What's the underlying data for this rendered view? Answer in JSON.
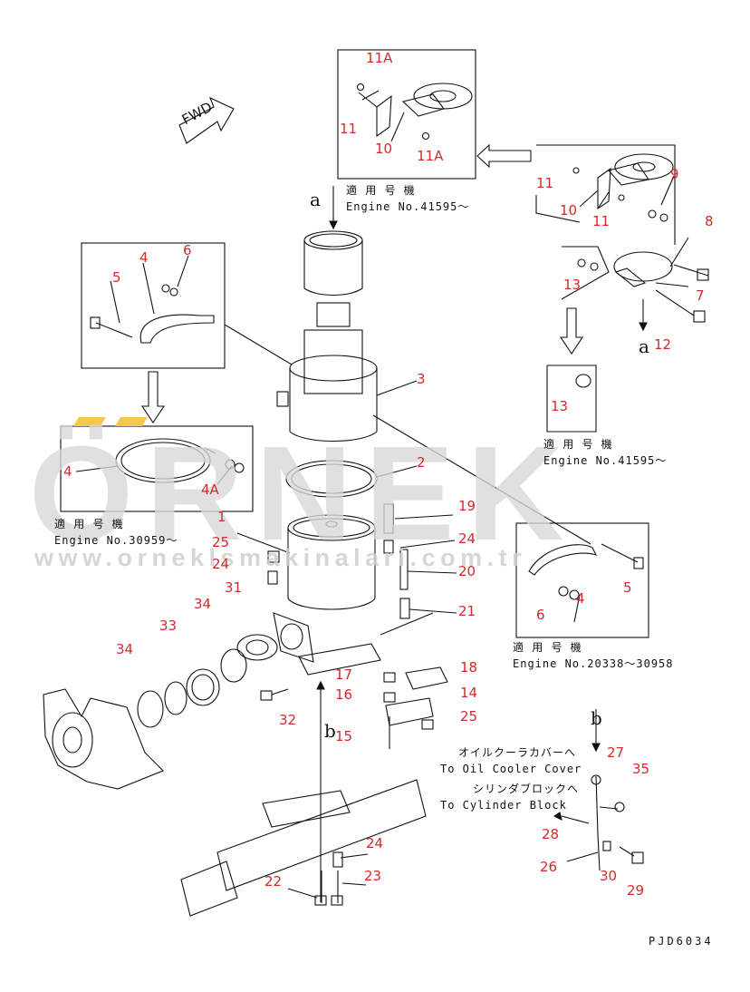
{
  "watermark": {
    "brand": "ÖRNEK",
    "url": "www.orneklsmakinalari.com.tr"
  },
  "direction_label": "FWD",
  "view_marks": {
    "a_top": "a",
    "a_bottom": "a",
    "b_top": "b",
    "b_bottom": "b"
  },
  "notes": {
    "top_jp": "適 用 号 機",
    "top_en": "Engine No.41595～",
    "right_jp": "適 用 号 機",
    "right_en": "Engine No.41595～",
    "left_jp": "適 用 号 機",
    "left_en": "Engine No.30959～",
    "lower_jp": "適 用 号 機",
    "lower_en": "Engine No.20338～30958",
    "oil_jp": "オイルクーラカバーへ",
    "oil_en": "To Oil Cooler Cover",
    "cyl_jp": "シリンダブロックへ",
    "cyl_en": "To Cylinder Block",
    "drawing_no": "PJD6034"
  },
  "part_labels": [
    "11A",
    "11",
    "10",
    "11A",
    "11",
    "10",
    "11",
    "9",
    "8",
    "13",
    "7",
    "12",
    "13",
    "4",
    "6",
    "5",
    "3",
    "4",
    "4A",
    "2",
    "1",
    "19",
    "25",
    "24",
    "24",
    "20",
    "31",
    "21",
    "34",
    "33",
    "34",
    "5",
    "6",
    "4",
    "18",
    "17",
    "16",
    "14",
    "25",
    "32",
    "15",
    "27",
    "35",
    "28",
    "24",
    "26",
    "30",
    "29",
    "22",
    "23"
  ],
  "colors": {
    "label": "#d42a2a",
    "line": "#111111",
    "watermark": "#d8d8d8",
    "accent": "#f2c94c"
  }
}
